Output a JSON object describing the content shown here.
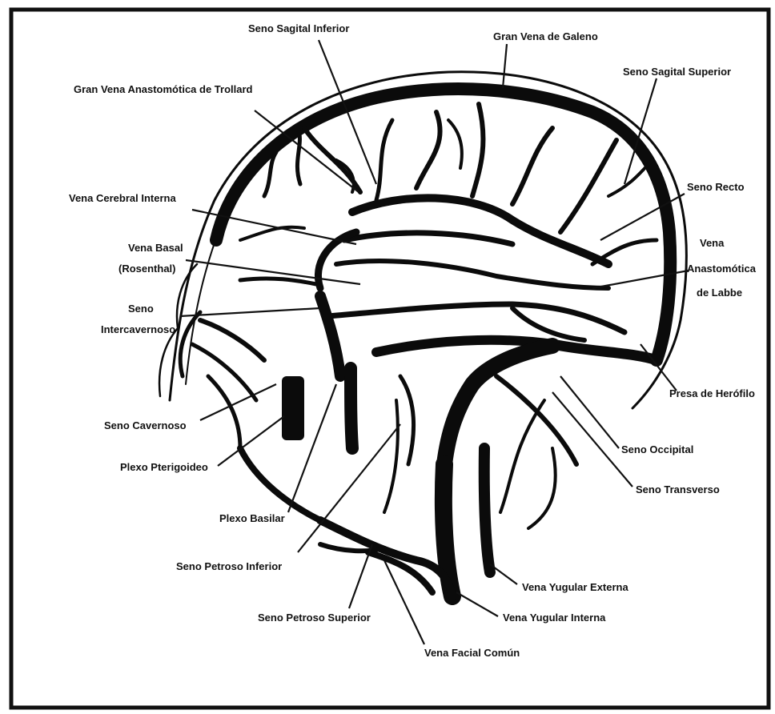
{
  "colors": {
    "ink": "#0b0b0b",
    "paper": "#ffffff",
    "frame": "#111111"
  },
  "labels": {
    "seno_sagital_inferior": "Seno Sagital Inferior",
    "gran_vena_galeno": "Gran Vena de Galeno",
    "gran_vena_trollard": "Gran Vena Anastomótica de Trollard",
    "seno_sagital_superior": "Seno Sagital Superior",
    "vena_cerebral_interna": "Vena Cerebral Interna",
    "seno_recto": "Seno Recto",
    "vena_basal_1": "Vena Basal",
    "vena_basal_2": "(Rosenthal)",
    "vena_labbe_1": "Vena",
    "vena_labbe_2": "Anastomótica",
    "vena_labbe_3": "de Labbe",
    "seno_intercavernoso_1": "Seno",
    "seno_intercavernoso_2": "Intercavernoso",
    "presa_herofilo": "Presa de Herófilo",
    "seno_cavernoso": "Seno Cavernoso",
    "seno_occipital": "Seno Occipital",
    "plexo_pterigoideo": "Plexo Pterigoideo",
    "seno_transverso": "Seno Transverso",
    "plexo_basilar": "Plexo Basilar",
    "seno_petroso_inferior": "Seno Petroso Inferior",
    "vena_yugular_externa": "Vena Yugular Externa",
    "seno_petroso_superior": "Seno Petroso Superior",
    "vena_yugular_interna": "Vena Yugular Interna",
    "vena_facial_comun": "Vena Facial Común"
  }
}
